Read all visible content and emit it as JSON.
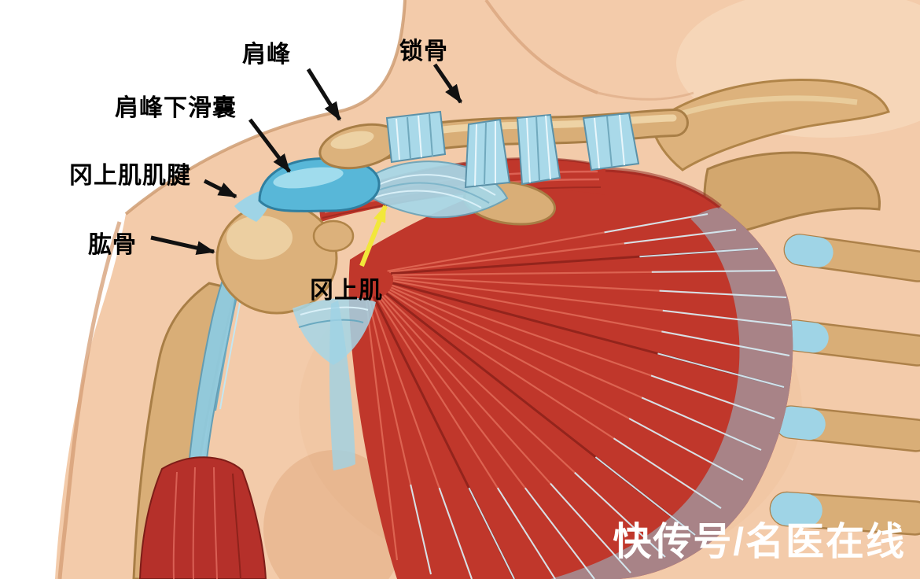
{
  "diagram": {
    "labels": {
      "acromion": "肩峰",
      "clavicle": "锁骨",
      "subacromial_bursa": "肩峰下滑囊",
      "supraspinatus_tendon": "冈上肌肌腱",
      "humerus": "肱骨",
      "supraspinatus": "冈上肌"
    },
    "watermark": "快传号/名医在线",
    "colors": {
      "background": "#ffffff",
      "skin": "#f3cbaa",
      "bone": "#d9ae77",
      "muscle_red": "#c0372b",
      "tendon_blue": "#8fd0e3",
      "bursa_blue": "#58b7d8",
      "label_text": "#000000",
      "pointer_black": "#111111",
      "pointer_yellow": "#f2e73a",
      "watermark_text": "#ffffff"
    }
  }
}
